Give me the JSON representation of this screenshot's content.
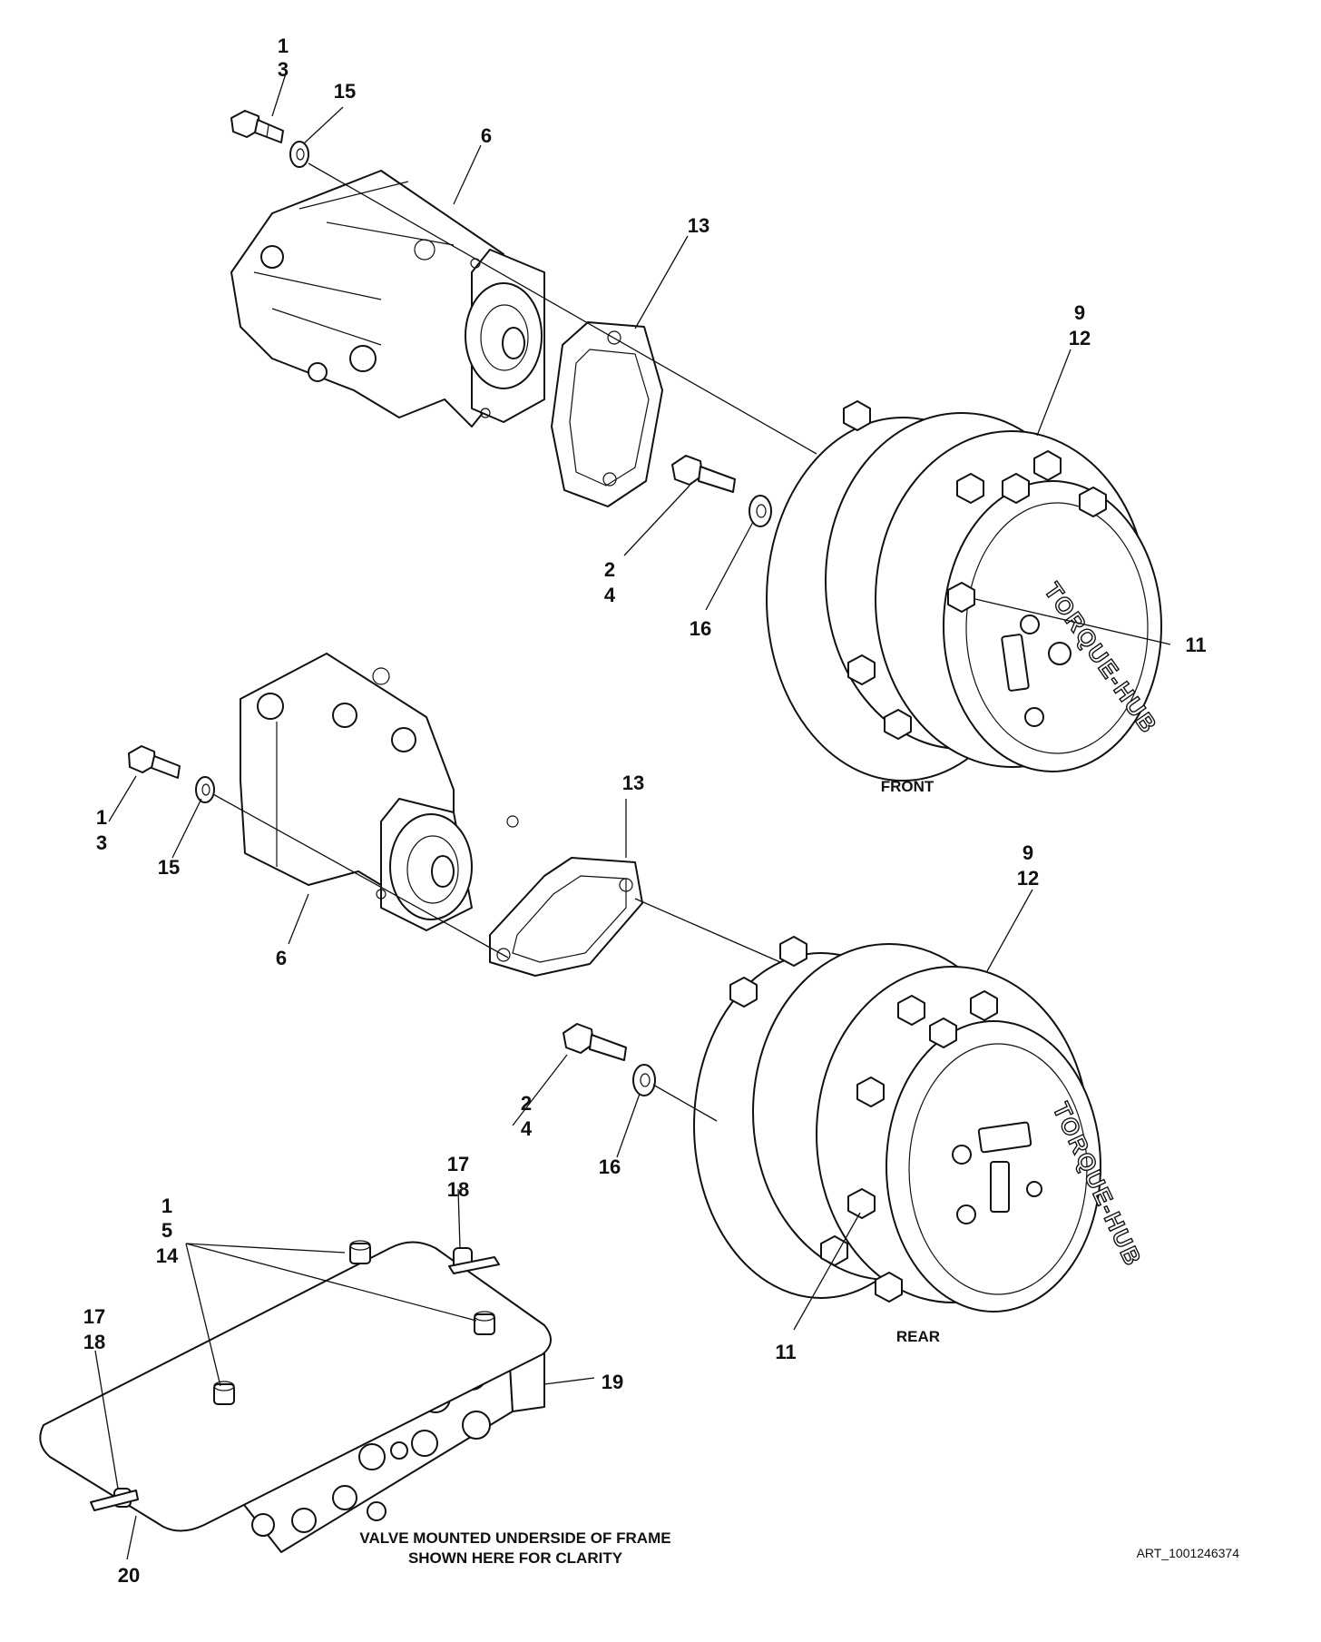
{
  "callouts": {
    "top_bolt": [
      "1",
      "3"
    ],
    "top_washer": "15",
    "top_motor": "6",
    "top_gasket": "13",
    "top_hub": [
      "9",
      "12"
    ],
    "top_hub_bolt": [
      "2",
      "4"
    ],
    "top_hub_washer": "16",
    "top_hub_nut": "11",
    "mid_bolt": [
      "1",
      "3"
    ],
    "mid_washer": "15",
    "mid_motor": "6",
    "mid_gasket": "13",
    "rear_hub": [
      "9",
      "12"
    ],
    "rear_hub_bolt": [
      "2",
      "4"
    ],
    "rear_hub_washer": "16",
    "rear_hub_nut": "11",
    "valve_bolts": [
      "1",
      "5",
      "14"
    ],
    "valve_clip_right": [
      "17",
      "18"
    ],
    "valve_clip_left": [
      "17",
      "18"
    ],
    "valve_block": "19",
    "valve_plate": "20"
  },
  "labels": {
    "front": "FRONT",
    "rear": "REAR",
    "valve_note_line1": "VALVE MOUNTED UNDERSIDE OF FRAME",
    "valve_note_line2": "SHOWN HERE FOR CLARITY",
    "hub_logo": "TORQUE-HUB",
    "art_ref": "ART_1001246374"
  }
}
